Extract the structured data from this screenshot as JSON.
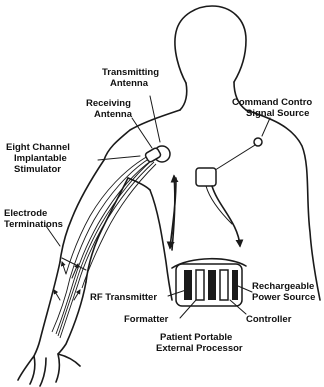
{
  "labels": {
    "transmitting_antenna_line1": "Transmitting",
    "transmitting_antenna_line2": "Antenna",
    "receiving_antenna_line1": "Receiving",
    "receiving_antenna_line2": "Antenna",
    "command_control_line1": "Command Contro",
    "command_control_line2": "Signal Source",
    "stimulator_line1": "Eight Channel",
    "stimulator_line2": "Implantable",
    "stimulator_line3": "Stimulator",
    "electrode_line1": "Electrode",
    "electrode_line2": "Terminations",
    "rf_transmitter": "RF Transmitter",
    "formatter": "Formatter",
    "rechargeable_line1": "Rechargeable",
    "rechargeable_line2": "Power Source",
    "controller": "Controller",
    "processor_line1": "Patient Portable",
    "processor_line2": "External Processor"
  }
}
